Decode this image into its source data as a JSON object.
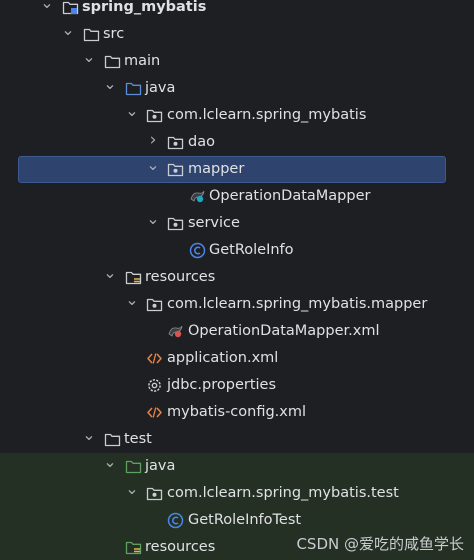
{
  "tree": {
    "rows": [
      {
        "label": "spring_mybatis",
        "icon": "module-folder-icon",
        "chevron": "down",
        "depth": 0,
        "bold": true
      },
      {
        "label": "src",
        "icon": "folder-icon",
        "chevron": "down",
        "depth": 1
      },
      {
        "label": "main",
        "icon": "folder-icon",
        "chevron": "down",
        "depth": 2
      },
      {
        "label": "java",
        "icon": "source-root-folder-icon",
        "chevron": "down",
        "depth": 3
      },
      {
        "label": "com.lclearn.spring_mybatis",
        "icon": "package-icon",
        "chevron": "down",
        "depth": 4
      },
      {
        "label": "dao",
        "icon": "package-icon",
        "chevron": "right",
        "depth": 5
      },
      {
        "label": "mapper",
        "icon": "package-icon",
        "chevron": "down",
        "depth": 5,
        "selected": true
      },
      {
        "label": "OperationDataMapper",
        "icon": "mybatis-interface-icon",
        "chevron": "none",
        "depth": 6
      },
      {
        "label": "service",
        "icon": "package-icon",
        "chevron": "down",
        "depth": 5
      },
      {
        "label": "GetRoleInfo",
        "icon": "java-class-icon",
        "chevron": "none",
        "depth": 6
      },
      {
        "label": "resources",
        "icon": "resources-folder-icon",
        "chevron": "down",
        "depth": 3
      },
      {
        "label": "com.lclearn.spring_mybatis.mapper",
        "icon": "package-icon",
        "chevron": "down",
        "depth": 4
      },
      {
        "label": "OperationDataMapper.xml",
        "icon": "mybatis-xml-icon",
        "chevron": "none",
        "depth": 5
      },
      {
        "label": "application.xml",
        "icon": "xml-file-icon",
        "chevron": "none",
        "depth": 4
      },
      {
        "label": "jdbc.properties",
        "icon": "properties-file-icon",
        "chevron": "none",
        "depth": 4
      },
      {
        "label": "mybatis-config.xml",
        "icon": "xml-file-icon",
        "chevron": "none",
        "depth": 4
      },
      {
        "label": "test",
        "icon": "folder-icon",
        "chevron": "down",
        "depth": 2
      },
      {
        "label": "java",
        "icon": "test-source-root-folder-icon",
        "chevron": "down",
        "depth": 3,
        "test": true
      },
      {
        "label": "com.lclearn.spring_mybatis.test",
        "icon": "package-icon",
        "chevron": "down",
        "depth": 4,
        "test": true
      },
      {
        "label": "GetRoleInfoTest",
        "icon": "java-class-icon",
        "chevron": "none",
        "depth": 5,
        "test": true
      },
      {
        "label": "resources",
        "icon": "test-resources-folder-icon",
        "chevron": "none",
        "depth": 3,
        "test": true
      }
    ]
  },
  "watermark": "CSDN @爱吃的咸鱼学长",
  "colors": {
    "background": "#1e1f22",
    "selection": "#2e436e",
    "test_area": "#243024",
    "java_class": "#4a86e8",
    "xml": "#e8834a",
    "source_root": "#5a8fd6",
    "test_root": "#5fa05f"
  }
}
